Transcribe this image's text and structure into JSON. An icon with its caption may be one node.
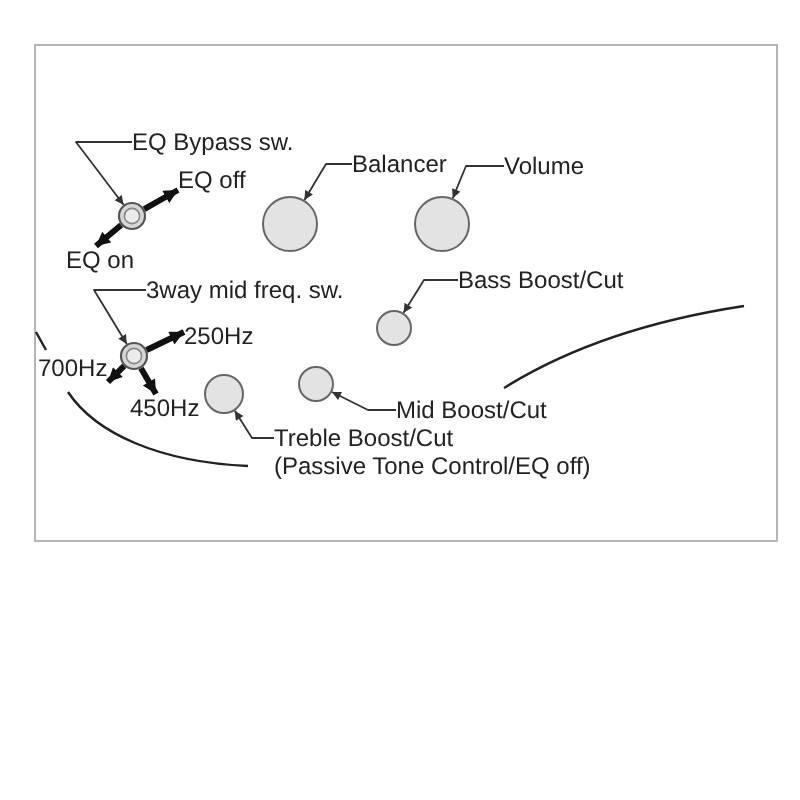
{
  "diagram": {
    "nodes": [
      {
        "text": [
          "EQ Bypass sw."
        ]
      },
      {
        "text": [],
        "shape": "circle"
      },
      {
        "text": [
          "EQ off"
        ]
      },
      {
        "text": [
          "EQ on"
        ]
      },
      {
        "text": [
          "Balancer"
        ]
      },
      {
        "text": [],
        "shape": "circle"
      },
      {
        "text": [
          "Volume"
        ]
      },
      {
        "text": [],
        "shape": "circle"
      },
      {
        "text": [
          "3way mid freq. sw."
        ]
      },
      {
        "text": [],
        "shape": "circle"
      },
      {
        "text": [
          "250Hz"
        ]
      },
      {
        "text": [
          "Bass Boost/Cut"
        ]
      },
      {
        "text": [],
        "shape": "circle"
      },
      {
        "text": [
          "700Hz"
        ]
      },
      {
        "text": [
          "450Hz"
        ]
      },
      {
        "text": [],
        "shape": "circle"
      },
      {
        "text": [],
        "shape": "circle"
      },
      {
        "text": [
          "Mid Boost/Cut"
        ]
      },
      {
        "text": [
          "Treble Boost/Cut",
          "(Passive Tone Control/EQ off)"
        ]
      }
    ],
    "edges": [
      {
        "from": 0,
        "to": 1,
        "arrow": "to"
      },
      {
        "from": 1,
        "to": 2,
        "arrow": "to",
        "style": "thick"
      },
      {
        "from": 1,
        "to": 3,
        "arrow": "to",
        "style": "thick"
      },
      {
        "from": 4,
        "to": 5,
        "arrow": "to"
      },
      {
        "from": 6,
        "to": 7,
        "arrow": "to"
      },
      {
        "from": 8,
        "to": 9,
        "arrow": "to"
      },
      {
        "from": 9,
        "to": 10,
        "arrow": "to",
        "style": "thick"
      },
      {
        "from": 9,
        "to": 13,
        "arrow": "to",
        "style": "thick"
      },
      {
        "from": 9,
        "to": 14,
        "arrow": "to",
        "style": "thick"
      },
      {
        "from": 11,
        "to": 12,
        "arrow": "to"
      },
      {
        "from": 17,
        "to": 16,
        "arrow": "to"
      },
      {
        "from": 18,
        "to": 15,
        "arrow": "to"
      }
    ]
  }
}
